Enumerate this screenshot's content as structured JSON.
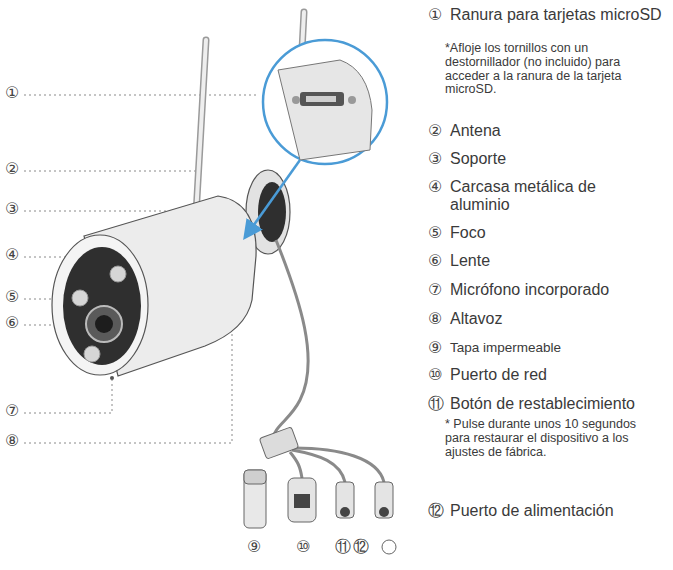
{
  "diagram": {
    "labels": [
      "①",
      "②",
      "③",
      "④",
      "⑤",
      "⑥",
      "⑦",
      "⑧",
      "⑨",
      "⑩",
      "⑪",
      "⑫",
      "①",
      "Ranura para tarjetas microSD",
      "*Afloje los tornillos con un destornillador (no incluido) para acceder a la ranura de la tarjeta microSD.",
      "②",
      "Antena",
      "③",
      "Soporte",
      "④",
      "Carcasa metálica de aluminio",
      "⑤",
      "Foco",
      "⑥",
      "Lente",
      "⑦",
      "Micrófono incorporado",
      "⑧",
      "Altavoz",
      "⑨",
      "Tapa impermeable",
      "⑩",
      "Puerto de red",
      "⑪",
      "Botón de restablecimiento",
      "* Pulse durante unos 10 segundos para restaurar el dispositivo a los ajustes de fábrica.",
      "⑫",
      "Puerto de alimentación"
    ]
  }
}
